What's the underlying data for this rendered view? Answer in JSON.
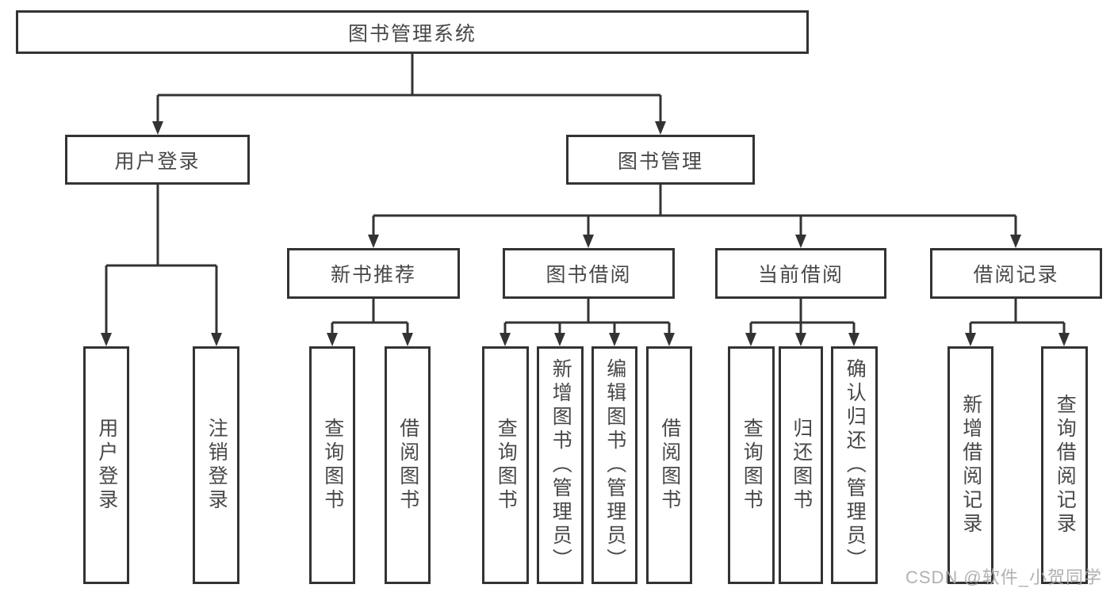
{
  "tree": {
    "label": "图书管理系统",
    "children": [
      {
        "label": "用户登录",
        "children": [
          {
            "label": "用户登录"
          },
          {
            "label": "注销登录"
          }
        ]
      },
      {
        "label": "图书管理",
        "children": [
          {
            "label": "新书推荐",
            "children": [
              {
                "label": "查询图书"
              },
              {
                "label": "借阅图书"
              }
            ]
          },
          {
            "label": "图书借阅",
            "children": [
              {
                "label": "查询图书"
              },
              {
                "label": "新增图书（管理员）"
              },
              {
                "label": "编辑图书（管理员）"
              },
              {
                "label": "借阅图书"
              }
            ]
          },
          {
            "label": "当前借阅",
            "children": [
              {
                "label": "查询图书"
              },
              {
                "label": "归还图书"
              },
              {
                "label": "确认归还（管理员）"
              }
            ]
          },
          {
            "label": "借阅记录",
            "children": [
              {
                "label": "新增借阅记录"
              },
              {
                "label": "查询借阅记录"
              }
            ]
          }
        ]
      }
    ]
  },
  "watermark": {
    "text": "CSDN @软件_小贺同学"
  },
  "colors": {
    "line": "#333333",
    "box_border": "#333333",
    "text": "#484848",
    "background": "#ffffff",
    "watermark": "#a9a9a9"
  }
}
